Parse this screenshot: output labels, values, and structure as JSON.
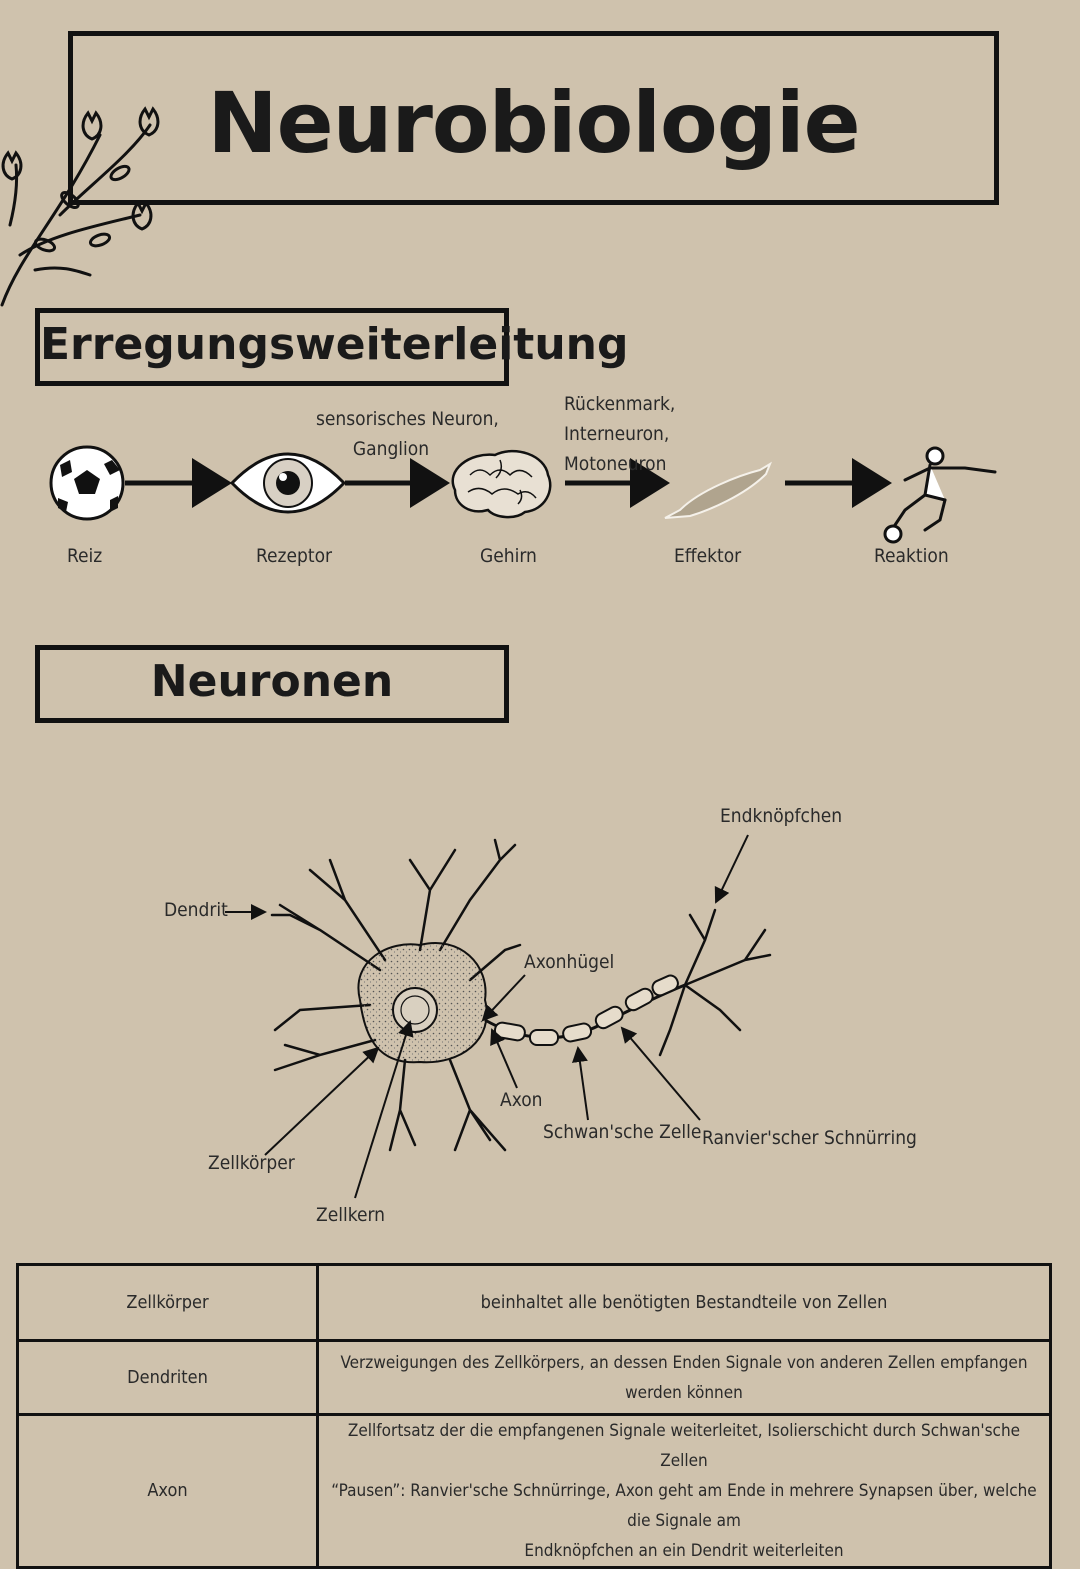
{
  "title": "Neurobiologie",
  "section1": {
    "heading": "Erregungsweiterleitung",
    "chain": [
      {
        "label": "Reiz",
        "icon": "soccer-ball-icon"
      },
      {
        "label": "Rezeptor",
        "icon": "eye-icon"
      },
      {
        "label": "Gehirn",
        "icon": "brain-icon"
      },
      {
        "label": "Effektor",
        "icon": "muscle-icon"
      },
      {
        "label": "Reaktion",
        "icon": "soccer-player-icon"
      }
    ],
    "arrow_notes": {
      "rezeptor_gehirn": [
        "sensorisches Neuron,",
        "Ganglion"
      ],
      "gehirn_effektor": [
        "Rückenmark,",
        "Interneuron,",
        "Motoneuron"
      ]
    }
  },
  "section2": {
    "heading": "Neuronen",
    "labels": {
      "dendrit": "Dendrit",
      "endknoepfchen": "Endknöpfchen",
      "axonhuegel": "Axonhügel",
      "axon": "Axon",
      "schwann": "Schwan'sche Zelle",
      "ranvier": "Ranvier'scher Schnürring",
      "zellkoerper": "Zellkörper",
      "zellkern": "Zellkern"
    }
  },
  "table": {
    "rows": [
      {
        "term": "Zellkörper",
        "def": [
          "beinhaltet alle benötigten Bestandteile von Zellen"
        ]
      },
      {
        "term": "Dendriten",
        "def": [
          "Verzweigungen des Zellkörpers, an dessen Enden Signale von anderen Zellen empfangen werden können"
        ]
      },
      {
        "term": "Axon",
        "def": [
          "Zellfortsatz der die empfangenen Signale weiterleitet, Isolierschicht durch Schwan'sche Zellen",
          "“Pausen”: Ranvier'sche Schnürringe, Axon geht am Ende in mehrere Synapsen über, welche die Signale am",
          "Endknöpfchen an ein Dendrit weiterleiten"
        ]
      }
    ]
  },
  "colors": {
    "background": "#cfc2ad",
    "ink": "#111111"
  }
}
